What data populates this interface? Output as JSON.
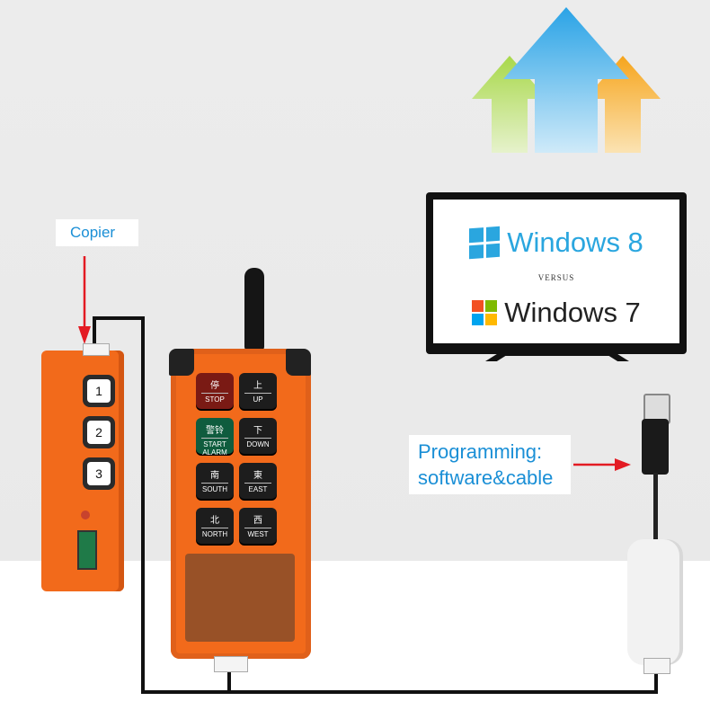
{
  "labels": {
    "copier": "Copier",
    "programming_line1": "Programming:",
    "programming_line2": "software&cable"
  },
  "monitor": {
    "windows8": "Windows 8",
    "versus": "VERSUS",
    "windows7": "Windows 7"
  },
  "copier_buttons": [
    "1",
    "2",
    "3"
  ],
  "remote_buttons": [
    {
      "cn": "停",
      "en": "STOP",
      "color": "#7a1a14"
    },
    {
      "cn": "上",
      "en": "UP",
      "color": "#1d1d1d"
    },
    {
      "cn": "警铃",
      "en": "START ALARM",
      "color": "#0f5c3e"
    },
    {
      "cn": "下",
      "en": "DOWN",
      "color": "#1d1d1d"
    },
    {
      "cn": "南",
      "en": "SOUTH",
      "color": "#1d1d1d"
    },
    {
      "cn": "東",
      "en": "EAST",
      "color": "#1d1d1d"
    },
    {
      "cn": "北",
      "en": "NORTH",
      "color": "#1d1d1d"
    },
    {
      "cn": "西",
      "en": "WEST",
      "color": "#1d1d1d"
    }
  ],
  "colors": {
    "orange": "#f26a1b",
    "label_blue": "#1a8fd6",
    "arrow_red": "#e31b23"
  }
}
